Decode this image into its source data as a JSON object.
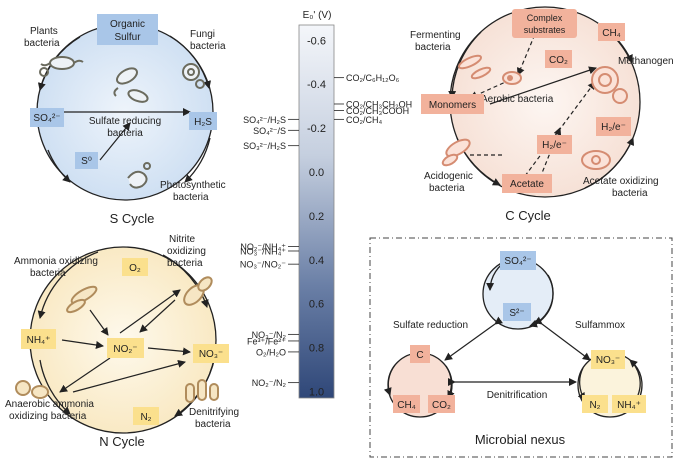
{
  "s_cycle": {
    "title": "S Cycle",
    "organic_sulfur": [
      "Organic",
      "Sulfur"
    ],
    "plants_bacteria": [
      "Plants",
      "bacteria"
    ],
    "fungi_bacteria": [
      "Fungi",
      "bacteria"
    ],
    "sulfate_reducing": [
      "Sulfate reducing",
      "bacteria"
    ],
    "so4": "SO₄²⁻",
    "h2s": "H₂S",
    "s0": "S⁰",
    "photosynthetic": [
      "Photosynthetic",
      "bacteria"
    ]
  },
  "c_cycle": {
    "title": "C Cycle",
    "fermenting": [
      "Fermenting",
      "bacteria"
    ],
    "complex": [
      "Complex",
      "substrates"
    ],
    "ch4": "CH₄",
    "co2": "CO₂",
    "methanogen": "Methanogen",
    "aerobic": "Aerobic bacteria",
    "monomers": "Monomers",
    "h2e_1": "H₂/e⁻",
    "h2e_2": "H₂/e⁻",
    "acidogenic": [
      "Acidogenic",
      "bacteria"
    ],
    "acetate": "Acetate",
    "acetate_oxidizing": [
      "Acetate oxidizing",
      "bacteria"
    ]
  },
  "n_cycle": {
    "title": "N Cycle",
    "ammonia_oxidizing": [
      "Ammonia oxidizing",
      "bacteria"
    ],
    "o2": "O₂",
    "nitrite_oxidizing": [
      "Nitrite",
      "oxidizing",
      "bacteria"
    ],
    "nh4": "NH₄⁺",
    "no2": "NO₂⁻",
    "no3": "NO₃⁻",
    "n2": "N₂",
    "anammox": [
      "Anaerobic ammonia",
      "oxidizing bacteria"
    ],
    "denitrifying": [
      "Denitrifying",
      "bacteria"
    ]
  },
  "scale": {
    "title": "E₀' (V)",
    "ticks": [
      "-0.6",
      "-0.4",
      "-0.2",
      "0.0",
      "0.2",
      "0.4",
      "0.6",
      "0.8",
      "1.0"
    ],
    "tick_values": [
      -0.6,
      -0.4,
      -0.2,
      0.0,
      0.2,
      0.4,
      0.6,
      0.8,
      1.0
    ],
    "range": [
      -0.67,
      1.03
    ],
    "left_labels": [
      {
        "text": "SO₄²⁻/H₂S",
        "v": -0.24
      },
      {
        "text": "SO₄²⁻/S",
        "v": -0.19
      },
      {
        "text": "SO₃²⁻/H₂S",
        "v": -0.12
      },
      {
        "text": "NO₂⁻/NH₄⁺",
        "v": 0.34
      },
      {
        "text": "NO₃⁻/NH₄⁺",
        "v": 0.36
      },
      {
        "text": "NO₃⁻/NO₂⁻",
        "v": 0.42
      },
      {
        "text": "NO₃⁻/N₂",
        "v": 0.74
      },
      {
        "text": "Fe³⁺/Fe²⁺",
        "v": 0.77
      },
      {
        "text": "O₂/H₂O",
        "v": 0.82
      },
      {
        "text": "NO₂⁻/N₂",
        "v": 0.96
      }
    ],
    "right_labels": [
      {
        "text": "CO₂/C₆H₁₂O₆",
        "v": -0.43
      },
      {
        "text": "CO₂/CH₃CH₂OH",
        "v": -0.31
      },
      {
        "text": "CO₂/CH₃COOH",
        "v": -0.28
      },
      {
        "text": "CO₂/CH₄",
        "v": -0.24
      }
    ]
  },
  "nexus": {
    "title": "Microbial nexus",
    "so4": "SO₄²⁻",
    "s2": "S²⁻",
    "sulfate_reduction": "Sulfate reduction",
    "sulfammox": "Sulfammox",
    "c": "C",
    "ch4": "CH₄",
    "co2": "CO₂",
    "no3": "NO₃⁻",
    "n2": "N₂",
    "nh4": "NH₄⁺",
    "denitrification": "Denitrification"
  },
  "colors": {
    "s_fill": "#d8e6f5",
    "s_box": "#a9c6e8",
    "c_fill": "#f8eae3",
    "c_box": "#f2b29c",
    "n_fill": "#fbf0d6",
    "n_box": "#fbe08d",
    "nexus_top": "#e4edf7",
    "nexus_left": "#f8dfd4",
    "nexus_right": "#fbf3dc",
    "microbe": "#6b6b5e"
  }
}
